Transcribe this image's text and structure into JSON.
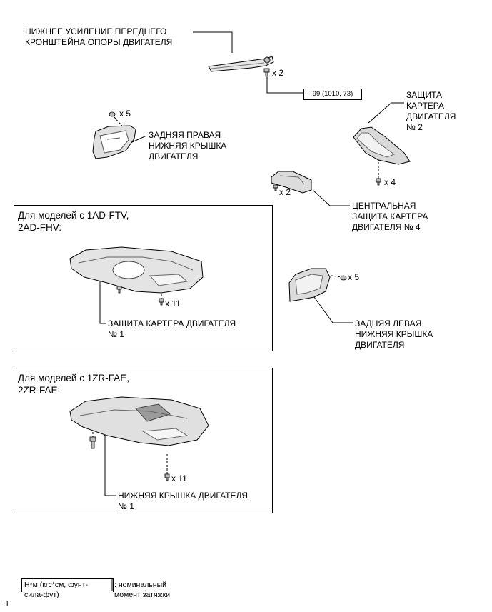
{
  "labels": {
    "front_reinforcement_1": "НИЖНЕЕ УСИЛЕНИЕ ПЕРЕДНЕГО",
    "front_reinforcement_2": "КРОНШТЕЙНА ОПОРЫ ДВИГАТЕЛЯ",
    "qty_x2_top": "x 2",
    "torque_spec": "99 (1010, 73)",
    "crank_guard2_1": "ЗАЩИТА",
    "crank_guard2_2": "КАРТЕРА",
    "crank_guard2_3": "ДВИГАТЕЛЯ",
    "crank_guard2_4": "№ 2",
    "qty_x5_left": "x 5",
    "rear_rh_1": "ЗАДНЯЯ ПРАВАЯ",
    "rear_rh_2": "НИЖНЯЯ КРЫШКА",
    "rear_rh_3": "ДВИГАТЕЛЯ",
    "qty_x4": "x 4",
    "qty_x2_center": "x 2",
    "center_guard_1": "ЦЕНТРАЛЬНАЯ",
    "center_guard_2": "ЗАЩИТА КАРТЕРА",
    "center_guard_3": "ДВИГАТЕЛЯ № 4",
    "qty_x5_right": "x 5",
    "rear_lh_1": "ЗАДНЯЯ ЛЕВАЯ",
    "rear_lh_2": "НИЖНЯЯ КРЫШКА",
    "rear_lh_3": "ДВИГАТЕЛЯ"
  },
  "box1": {
    "title_1": "Для моделей с 1AD-FTV,",
    "title_2": "2AD-FHV:",
    "qty": "x 11",
    "part_1": "ЗАЩИТА КАРТЕРА ДВИГАТЕЛЯ",
    "part_2": "№ 1"
  },
  "box2": {
    "title_1": "Для моделей с 1ZR-FAE,",
    "title_2": "2ZR-FAE:",
    "qty": "x 11",
    "part_1": "НИЖНЯЯ КРЫШКА ДВИГАТЕЛЯ",
    "part_2": "№ 1"
  },
  "legend": {
    "box_line_1": "Н*м (кгс*см, фунт-",
    "box_line_2": "сила-фут)",
    "desc_1": ": номинальный",
    "desc_2": "момент затяжки",
    "corner_mark": "T"
  }
}
